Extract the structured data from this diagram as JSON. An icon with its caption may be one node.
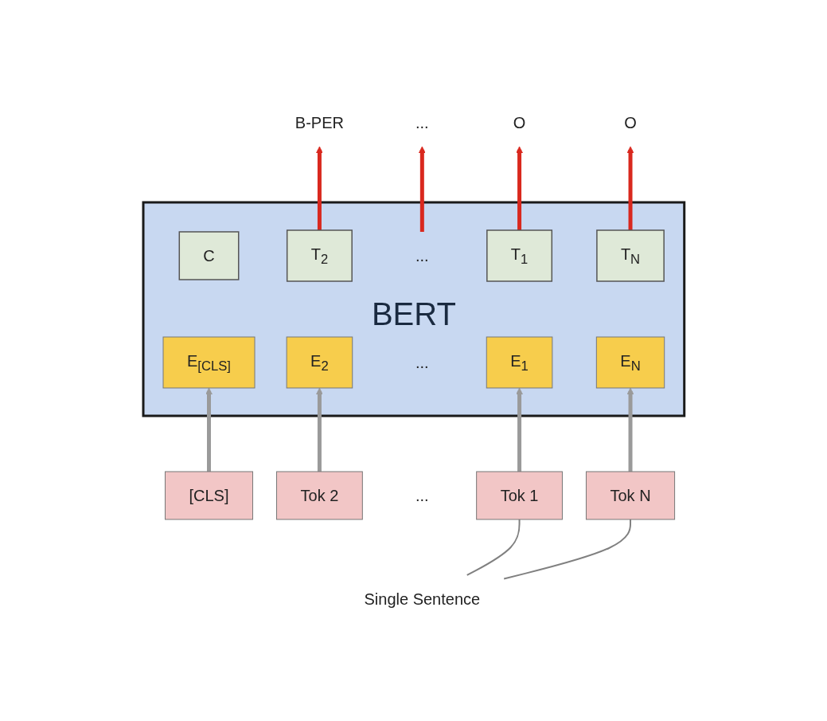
{
  "diagram": {
    "nodes": [
      {
        "text": [
          "BERT"
        ]
      },
      {
        "text": [
          "C"
        ],
        "in": 0
      },
      {
        "text": [
          "T$_{1}$"
        ],
        "in": 0
      },
      {
        "text": [
          "T$_{2}$"
        ],
        "in": 0
      },
      {
        "text": [
          "..."
        ],
        "in": 0
      },
      {
        "text": [
          "T$_{N}$"
        ],
        "in": 0
      },
      {
        "text": [
          "E$_{[CLS]}$"
        ],
        "in": 0
      },
      {
        "text": [
          "E$_{1}$"
        ],
        "in": 0
      },
      {
        "text": [
          "E$_{2}$"
        ],
        "in": 0
      },
      {
        "text": [
          "..."
        ],
        "in": 0
      },
      {
        "text": [
          "E$_{N}$"
        ],
        "in": 0
      },
      {
        "text": [
          "[CLS]"
        ]
      },
      {
        "text": [
          "Tok 1"
        ]
      },
      {
        "text": [
          "Tok 2"
        ]
      },
      {
        "text": [
          "..."
        ]
      },
      {
        "text": [
          "Tok N"
        ]
      },
      {
        "text": [
          "O"
        ]
      },
      {
        "text": [
          "B-PER"
        ]
      },
      {
        "text": [
          "..."
        ]
      },
      {
        "text": [
          "O"
        ]
      },
      {
        "text": [
          "Single Sentence"
        ]
      }
    ],
    "edges": [
      {
        "from": 2,
        "to": 16,
        "arrow": "to",
        "color": "#d9281e"
      },
      {
        "from": 3,
        "to": 17,
        "arrow": "to",
        "color": "#d9281e"
      },
      {
        "from": 4,
        "to": 18,
        "arrow": "to",
        "color": "#d9281e"
      },
      {
        "from": 5,
        "to": 19,
        "arrow": "to",
        "color": "#d9281e"
      },
      {
        "from": 11,
        "to": 6,
        "arrow": "to",
        "color": "#9a9a9a"
      },
      {
        "from": 12,
        "to": 7,
        "arrow": "to",
        "color": "#9a9a9a"
      },
      {
        "from": 13,
        "to": 8,
        "arrow": "to",
        "color": "#9a9a9a"
      },
      {
        "from": 15,
        "to": 10,
        "arrow": "to",
        "color": "#9a9a9a"
      },
      {
        "from": 20,
        "to": 12,
        "arrow": "none",
        "color": "#808080"
      },
      {
        "from": 20,
        "to": 15,
        "arrow": "none",
        "color": "#808080"
      }
    ]
  }
}
